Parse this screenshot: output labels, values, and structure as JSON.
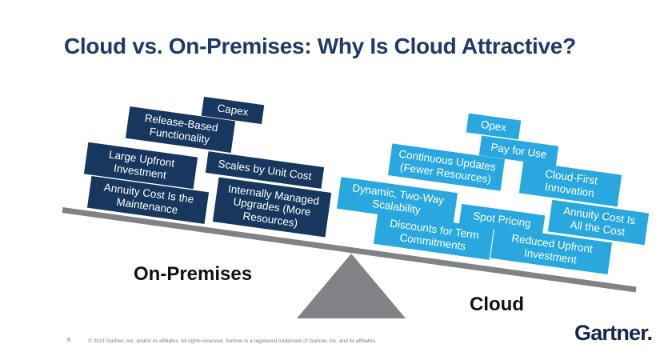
{
  "slide": {
    "title": "Cloud vs. On-Premises: Why Is Cloud Attractive?"
  },
  "seesaw": {
    "left_side_label": "On-Premises",
    "right_side_label": "Cloud",
    "left_items": [
      {
        "label": "Capex"
      },
      {
        "label": "Release-Based\nFunctionality"
      },
      {
        "label": "Large Upfront\nInvestment"
      },
      {
        "label": "Scales by Unit Cost"
      },
      {
        "label": "Annuity Cost Is the\nMaintenance"
      },
      {
        "label": "Internally Managed\nUpgrades (More\nResources)"
      }
    ],
    "right_items": [
      {
        "label": "Opex"
      },
      {
        "label": "Pay for Use"
      },
      {
        "label": "Continuous Updates\n(Fewer Resources)"
      },
      {
        "label": "Cloud-First\nInnovation"
      },
      {
        "label": "Dynamic, Two-Way\nScalability"
      },
      {
        "label": "Spot Pricing"
      },
      {
        "label": "Annuity Cost Is\nAll the Cost"
      },
      {
        "label": "Discounts for Term\nCommitments"
      },
      {
        "label": "Reduced Upfront\nInvestment"
      }
    ]
  },
  "colors": {
    "on_premises_box_navy": "#17375E",
    "cloud_box_blue": "#29A8E0",
    "seesaw_gray": "#808285",
    "title_navy": "#1D3A68"
  },
  "footer": {
    "page_number": "9",
    "copyright": "© 2021 Gartner, Inc. and/or its affiliates. All rights reserved. Gartner is a registered trademark of Gartner, Inc. and its affiliates.",
    "brand_logo": "Gartner."
  }
}
